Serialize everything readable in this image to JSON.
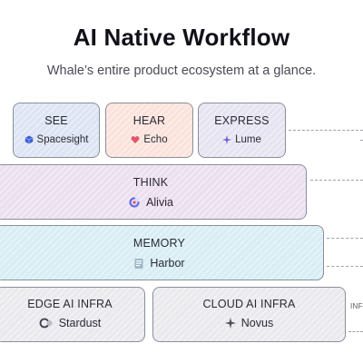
{
  "header": {
    "title": "AI Native Workflow",
    "subtitle": "Whale’s entire product ecosystem at a glance."
  },
  "layers": {
    "see": {
      "label": "SEE",
      "product": "Spacesight",
      "color": "#dde4f3"
    },
    "hear": {
      "label": "HEAR",
      "product": "Echo",
      "color": "#fbe3dc"
    },
    "express": {
      "label": "EXPRESS",
      "product": "Lume",
      "color": "#e6e4f1"
    },
    "think": {
      "label": "THINK",
      "product": "Alivia",
      "color": "#ece0f0"
    },
    "memory": {
      "label": "MEMORY",
      "product": "Harbor",
      "color": "#d8eef4"
    },
    "edge": {
      "label": "EDGE AI INFRA",
      "product": "Stardust",
      "color": "#eaeaee"
    },
    "cloud": {
      "label": "CLOUD AI INFRA",
      "product": "Novus",
      "color": "#eaeaee"
    }
  },
  "side_label": "INFF",
  "icons": {
    "spacesight": "cube-icon",
    "echo": "heart-icon",
    "lume": "sparkle-icon",
    "alivia": "swirl-icon",
    "harbor": "document-icon",
    "stardust": "ring-icon",
    "novus": "star-icon"
  }
}
